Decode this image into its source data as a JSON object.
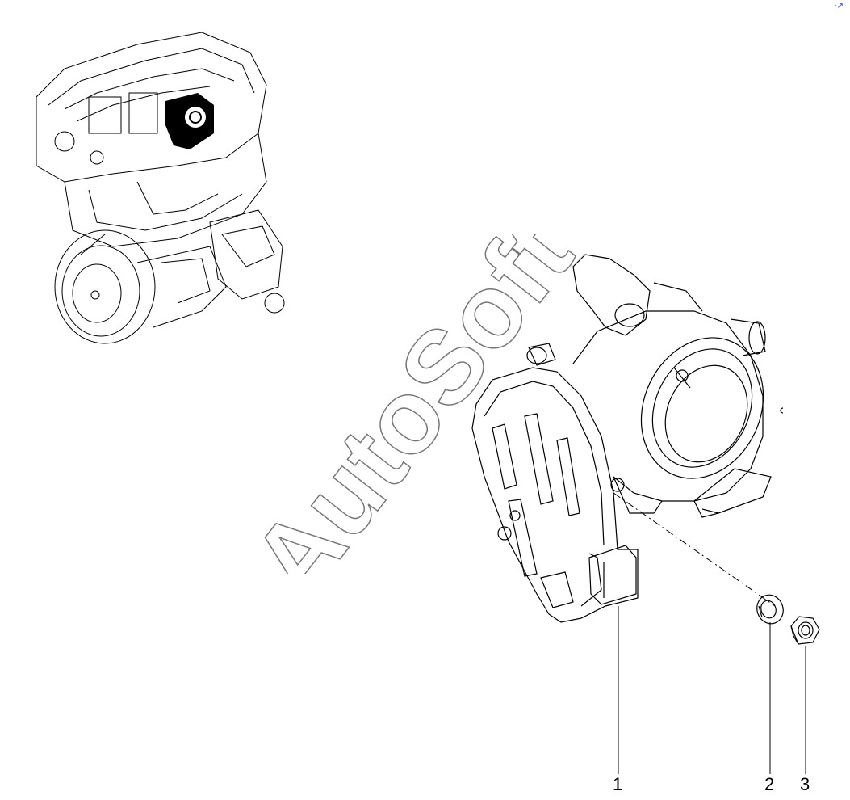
{
  "watermark": {
    "text": "AutoSoft"
  },
  "callouts": [
    {
      "id": "1",
      "label": "1"
    },
    {
      "id": "2",
      "label": "2"
    },
    {
      "id": "3",
      "label": "3"
    }
  ],
  "corner_mark": "·↗",
  "colors": {
    "line": "#000000",
    "background": "#ffffff",
    "watermark": "#777777"
  },
  "parts": [
    {
      "name": "engine-overview",
      "icon": "engine-illustration"
    },
    {
      "name": "throttle-body",
      "callout": "1"
    },
    {
      "name": "washer",
      "callout": "2"
    },
    {
      "name": "nut",
      "callout": "3"
    }
  ]
}
